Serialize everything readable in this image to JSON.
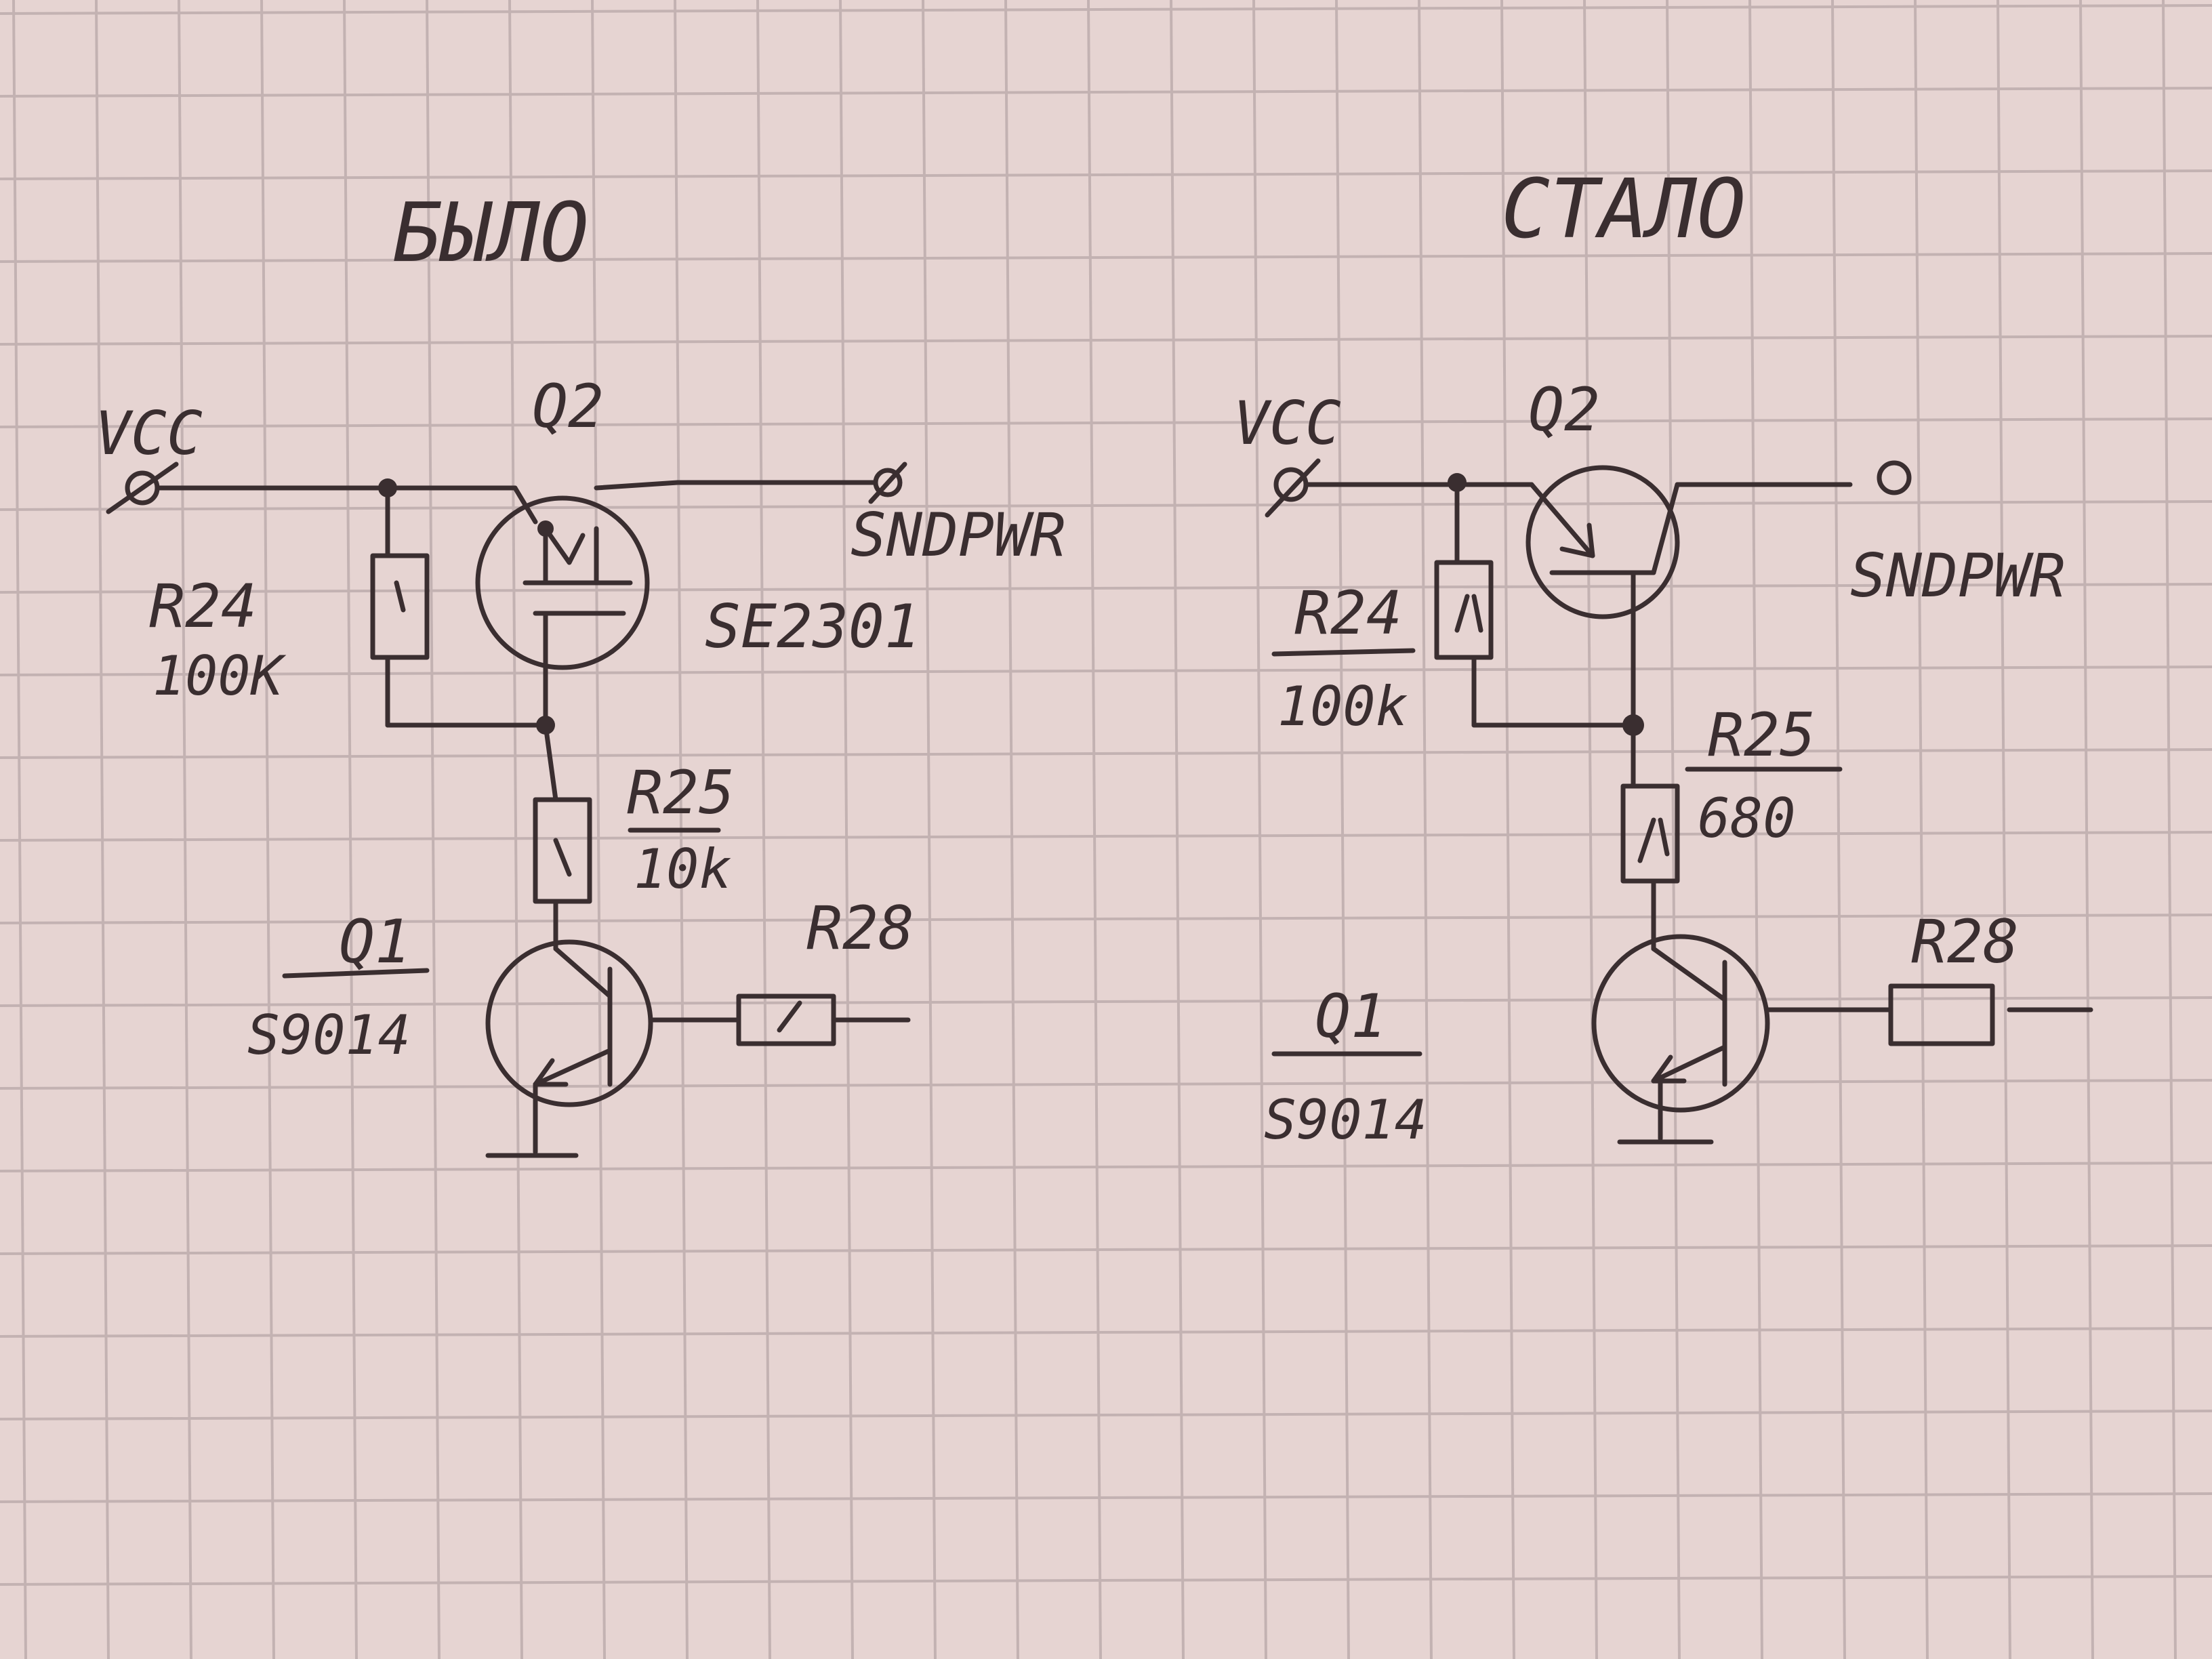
{
  "panels": {
    "before": {
      "title": "БЫЛО",
      "vcc": "VCC",
      "out": "SNDPWR",
      "q2_label": "Q2",
      "q2_part": "SE2301",
      "r24_label": "R24",
      "r24_value": "100K",
      "r25_label": "R25",
      "r25_value": "10k",
      "q1_label": "Q1",
      "q1_part": "S9014",
      "r28_label": "R28"
    },
    "after": {
      "title": "СТАЛО",
      "vcc": "VCC",
      "out": "SNDPWR",
      "q2_label": "Q2",
      "r24_label": "R24",
      "r24_value": "100k",
      "r25_label": "R25",
      "r25_value": "680",
      "q1_label": "Q1",
      "q1_part": "S9014",
      "r28_label": "R28"
    }
  },
  "colors": {
    "paper": "#e6d4d2",
    "grid": "#c3b2b2",
    "ink": "#3a2e30"
  }
}
